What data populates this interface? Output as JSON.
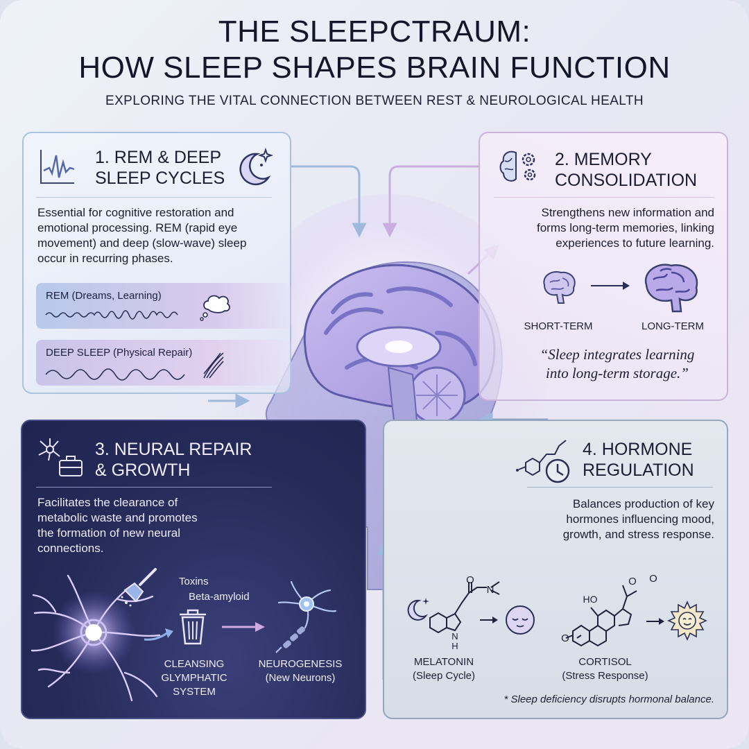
{
  "header": {
    "title_line1": "THE SLEEPCTRAUM:",
    "title_line2": "HOW SLEEP SHAPES BRAIN FUNCTION",
    "subtitle": "EXPLORING THE VITAL CONNECTION BETWEEN REST & NEUROLOGICAL HEALTH"
  },
  "section1": {
    "title_line1": "1. REM & DEEP",
    "title_line2": "SLEEP CYCLES",
    "body": [
      "Essential for cognitive restoration and",
      "emotional processing. REM (rapid eye",
      "movement) and deep (slow-wave) sleep",
      "occur in recurring phases."
    ],
    "rem_label": "REM (Dreams, Learning)",
    "deep_label": "DEEP SLEEP (Physical Repair)",
    "icons": [
      "waveform-icon",
      "moon-stars-icon",
      "thought-cloud-icon",
      "muscle-icon"
    ]
  },
  "section2": {
    "title_line1": "2. MEMORY",
    "title_line2": "CONSOLIDATION",
    "body": [
      "Strengthens new information and",
      "forms long-term memories, linking",
      "experiences to future learning."
    ],
    "short_term": "SHORT-TERM",
    "long_term": "LONG-TERM",
    "quote_line1": "“Sleep integrates learning",
    "quote_line2": "into long-term storage.”",
    "icons": [
      "brain-gears-icon",
      "small-brain-icon",
      "large-brain-icon"
    ]
  },
  "section3": {
    "title_line1": "3. NEURAL REPAIR",
    "title_line2": "& GROWTH",
    "body": [
      "Facilitates the clearance of",
      "metabolic waste and promotes",
      "the formation of new neural",
      "connections."
    ],
    "toxins": "Toxins",
    "beta": "Beta-amyloid",
    "cleansing": [
      "CLEANSING",
      "GLYMPHATIC",
      "SYSTEM"
    ],
    "neurogenesis": [
      "NEUROGENESIS",
      "(New Neurons)"
    ],
    "icons": [
      "neuron-toolbox-icon",
      "glowing-neuron-icon",
      "brush-icon",
      "trash-can-icon",
      "new-neuron-icon"
    ]
  },
  "section4": {
    "title_line1": "4. HORMONE",
    "title_line2": "REGULATION",
    "body": [
      "Balances production of key",
      "hormones influencing mood,",
      "growth, and stress response."
    ],
    "melatonin": [
      "MELATONIN",
      "(Sleep Cycle)"
    ],
    "cortisol": [
      "CORTISOL",
      "(Stress Response)"
    ],
    "molecule_labels": {
      "o1": "O",
      "n1": "N",
      "h1": "H",
      "n2": "N",
      "ho": "HO",
      "o2": "O",
      "o3": "O",
      "o4": "O"
    },
    "note": "* Sleep deficiency disrupts hormonal balance.",
    "icons": [
      "molecule-clock-icon",
      "moon-stars-icon",
      "sleepy-face-icon",
      "sun-face-icon"
    ]
  },
  "colors": {
    "navy_panel": "#252a58",
    "accent_lavender": "#b8a6e6",
    "arrow_blue": "#8fb1d8",
    "arrow_purple": "#c7a9dc"
  }
}
